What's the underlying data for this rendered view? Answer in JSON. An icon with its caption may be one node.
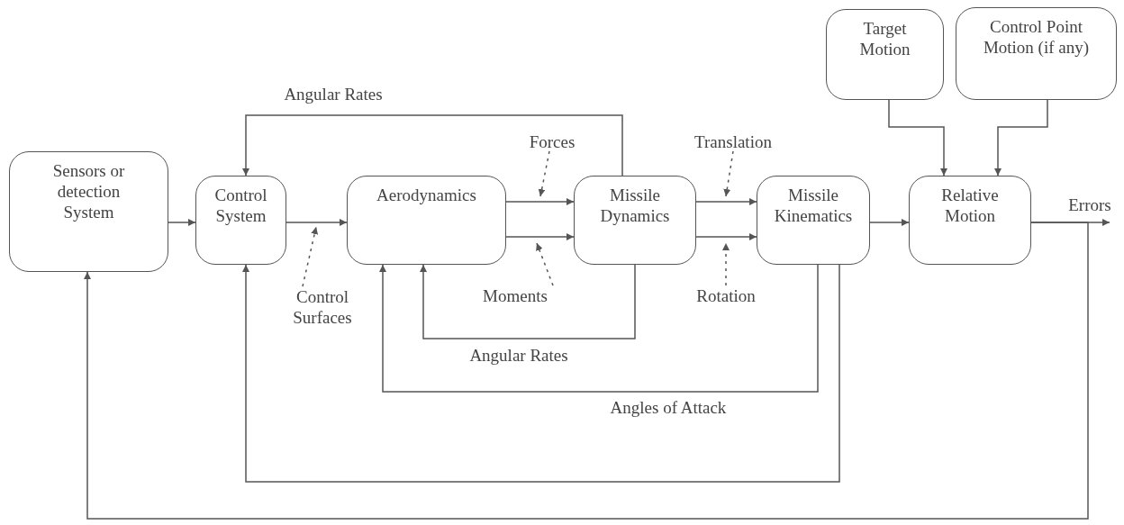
{
  "diagram": {
    "nodes": [
      {
        "text": [
          "Sensors or detection System"
        ]
      },
      {
        "text": [
          "Control System"
        ]
      },
      {
        "text": [
          "Aerodynamics"
        ]
      },
      {
        "text": [
          "Missile Dynamics"
        ]
      },
      {
        "text": [
          "Missile Kinematics"
        ]
      },
      {
        "text": [
          "Relative Motion"
        ]
      },
      {
        "text": [
          "Target Motion"
        ]
      },
      {
        "text": [
          "Control Point Motion (if any)"
        ]
      },
      {
        "text": [
          "Control Surfaces"
        ]
      },
      {
        "text": [
          "Forces"
        ]
      },
      {
        "text": [
          "Moments"
        ]
      },
      {
        "text": [
          "Translation"
        ]
      },
      {
        "text": [
          "Rotation"
        ]
      }
    ],
    "edges": [
      {
        "from": 0,
        "to": 1,
        "arrow": "to"
      },
      {
        "from": 1,
        "to": 2,
        "arrow": "to"
      },
      {
        "from": 2,
        "to": 3,
        "arrow": "to"
      },
      {
        "from": 2,
        "to": 3,
        "arrow": "to"
      },
      {
        "from": 3,
        "to": 1,
        "arrow": "to",
        "label": "Angular Rates"
      },
      {
        "from": 3,
        "to": 4,
        "arrow": "to"
      },
      {
        "from": 3,
        "to": 4,
        "arrow": "to"
      },
      {
        "from": 3,
        "to": 2,
        "arrow": "to",
        "label": "Angular Rates"
      },
      {
        "from": 4,
        "to": 2,
        "arrow": "to",
        "label": "Angles of Attack"
      },
      {
        "from": 4,
        "to": 1,
        "arrow": "to"
      },
      {
        "from": 4,
        "to": 5,
        "arrow": "to"
      },
      {
        "from": 6,
        "to": 5,
        "arrow": "to"
      },
      {
        "from": 7,
        "to": 5,
        "arrow": "to"
      },
      {
        "from": 5,
        "to": null,
        "arrow": "to",
        "label": "Errors"
      },
      {
        "from": 5,
        "to": 0,
        "arrow": "to"
      },
      {
        "from": 8,
        "to": null,
        "arrow": "to",
        "style": "dashed"
      },
      {
        "from": 9,
        "to": null,
        "arrow": "to",
        "style": "dashed"
      },
      {
        "from": 10,
        "to": null,
        "arrow": "to",
        "style": "dashed"
      },
      {
        "from": 11,
        "to": null,
        "arrow": "to",
        "style": "dashed"
      },
      {
        "from": 12,
        "to": null,
        "arrow": "to",
        "style": "dashed"
      }
    ]
  }
}
